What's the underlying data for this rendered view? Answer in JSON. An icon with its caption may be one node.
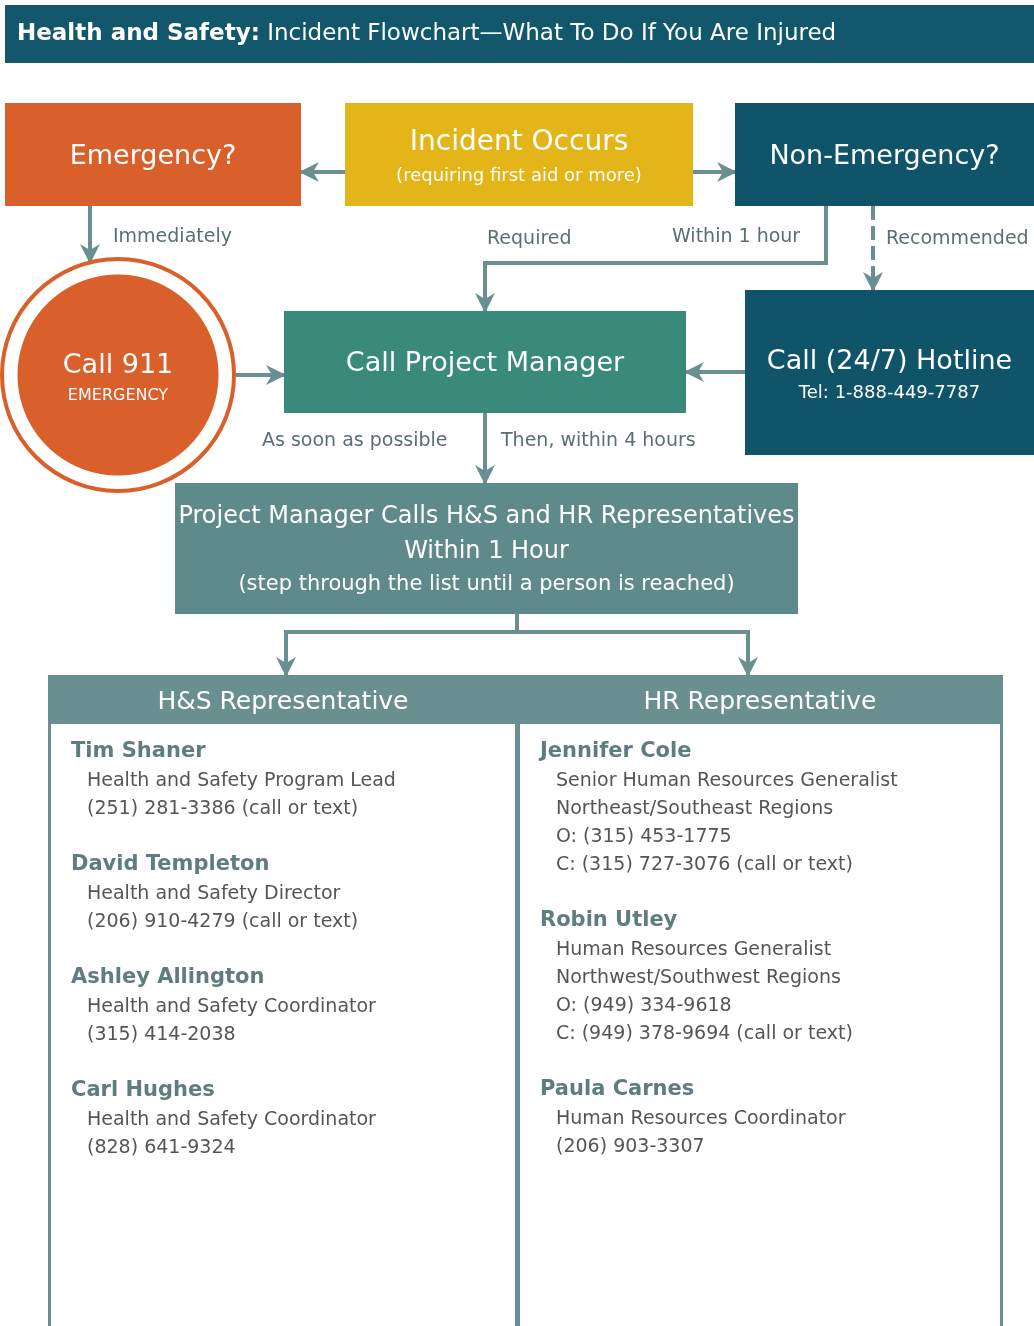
{
  "diagram": {
    "title": "**Health and Safety:** Incident Flowchart—What To Do If You Are Injured",
    "nodes": [
      {
        "text": [
          "Incident Occurs",
          "(requiring first aid or more)"
        ]
      },
      {
        "text": [
          "Emergency?"
        ]
      },
      {
        "text": [
          "Non-Emergency?"
        ]
      },
      {
        "text": [
          "Call 911",
          "EMERGENCY"
        ]
      },
      {
        "text": [
          "Call Project Manager"
        ]
      },
      {
        "text": [
          "Call (24/7) Hotline",
          "Tel: 1-888-449-7787"
        ]
      },
      {
        "text": [
          "Project Manager Calls H&S and HR Representatives Within 1 Hour",
          "(step through the list until a person is reached)"
        ]
      },
      {
        "text": [
          "H&S Representative",
          "Tim Shaner",
          "Health and Safety Program Lead",
          "(251) 281-3386 (call or text)",
          "David Templeton",
          "Health and Safety Director",
          "(206) 910-4279 (call or text)",
          "Ashley Allington",
          "Health and Safety Coordinator",
          "(315) 414-2038",
          "Carl Hughes",
          "Health and Safety Coordinator",
          "(828) 641-9324"
        ]
      },
      {
        "text": [
          "HR Representative",
          "Jennifer Cole",
          "Senior Human Resources Generalist",
          "Northeast/Southeast Regions",
          "O: (315) 453-1775",
          "C: (315) 727-3076 (call or text)",
          "Robin Utley",
          "Human Resources Generalist",
          "Northwest/Southwest Regions",
          "O: (949) 334-9618",
          "C: (949) 378-9694 (call or text)",
          "Paula Carnes",
          "Human Resources Coordinator",
          "(206) 903-3307"
        ]
      }
    ],
    "edges": [
      {
        "from": 0,
        "to": 1,
        "arrow": "to"
      },
      {
        "from": 0,
        "to": 2,
        "arrow": "to"
      },
      {
        "from": 1,
        "to": 3,
        "arrow": "to",
        "label": "Immediately"
      },
      {
        "from": 2,
        "to": 4,
        "arrow": "to",
        "label": "Required"
      },
      {
        "from": 2,
        "to": 5,
        "arrow": "to",
        "label": "Recommended",
        "style": "dashed"
      },
      {
        "from": 3,
        "to": 4,
        "arrow": "to",
        "label": "As soon as possible"
      },
      {
        "from": 5,
        "to": 4,
        "arrow": "to"
      },
      {
        "from": 4,
        "to": 6,
        "arrow": "to",
        "label": "Then, within 4 hours"
      },
      {
        "from": 6,
        "to": 7,
        "arrow": "to"
      },
      {
        "from": 6,
        "to": 8,
        "arrow": "to"
      }
    ],
    "labels": [
      "Within 1 hour"
    ]
  }
}
